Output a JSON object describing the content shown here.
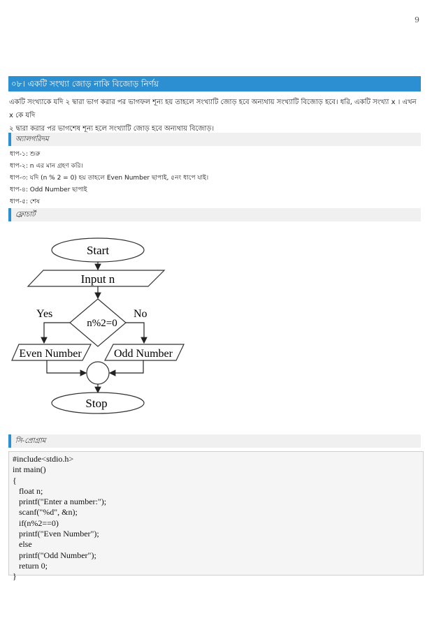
{
  "page_number": "9",
  "section_title": "০৮। একটি সংখ্যা জোড় নাকি বিজোড় নির্ণয়",
  "intro_lines": [
    "একটি সংখ্যাকে যদি ২ দ্বারা ভাগ করার পর ভাগফল শূন্য হয় তাহলে সংখ্যাটি জোড় হবে অন্যথায় সংখ্যাটি বিজোড় হবে। ধরি, একটি সংখ্যা x । এখন x কে যদি",
    "২ দ্বারা করার পর ভাগশেষ শূন্য হলে সংখ্যাটি জোড় হবে অন্যথায় বিজোড়।"
  ],
  "algorithm": {
    "heading": "অ্যালগরিদম",
    "steps": [
      "ধাপ-১: শুরু",
      "ধাপ-২: n এর মান গ্রহণ করি।",
      "ধাপ-৩: যদি (n % 2 = 0) হয় তাহলে Even Number ছাপাই, ৫নং ধাপে যাই।",
      "ধাপ-৪: Odd Number ছাপাই",
      "ধাপ-৫: শেষ"
    ]
  },
  "flowchart": {
    "heading": "ফ্লোচার্ট",
    "start": "Start",
    "input": "Input n",
    "condition": "n%2=0",
    "yes": "Yes",
    "no": "No",
    "even": "Even Number",
    "odd": "Odd Number",
    "stop": "Stop"
  },
  "program": {
    "heading": "সি-প্রোগ্রাম",
    "lines": [
      "#include<stdio.h>",
      "int main()",
      "{",
      "   float n;",
      "   printf(\"Enter a number:\");",
      "   scanf(\"%d\", &n);",
      "   if(n%2==0)",
      "   printf(\"Even Number\");",
      "   else",
      "   printf(\"Odd Number\");",
      "   return 0;",
      "}"
    ]
  }
}
